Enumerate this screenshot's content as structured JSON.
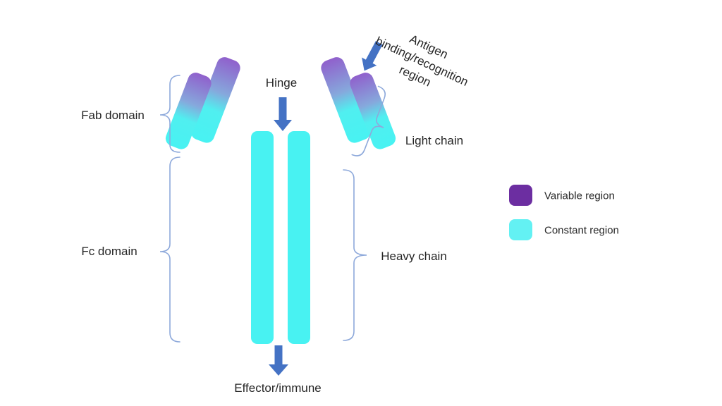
{
  "diagram": {
    "title_hidden": "",
    "labels": {
      "antigen_line1": "Antigen",
      "antigen_line2": "binding/recognition",
      "antigen_line3": "region",
      "hinge": "Hinge",
      "fab_domain": "Fab domain",
      "fc_domain": "Fc domain",
      "light_chain": "Light chain",
      "heavy_chain": "Heavy chain",
      "effector": "Effector/immune"
    },
    "legend": {
      "items": [
        {
          "label": "Variable region",
          "color": "#6C2EA1"
        },
        {
          "label": "Constant region",
          "color": "#63F1F3"
        }
      ]
    },
    "colors": {
      "bar_purple": "#9060CC",
      "bar_blend": "#86A8DC",
      "bar_cyan_hi": "#50EFF0",
      "bar_cyan": "#48F2F2",
      "arrow_blue": "#4472C4",
      "brace": "#8EA9DB",
      "text": "#262626",
      "background": "#FFFFFF"
    }
  }
}
